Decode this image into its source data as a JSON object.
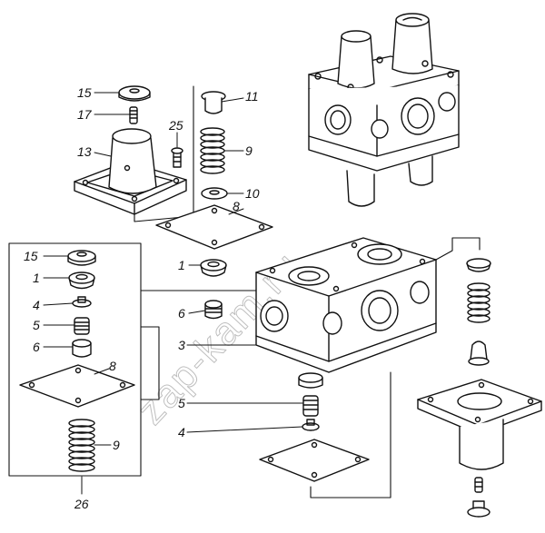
{
  "watermark": "zap-kam.ru",
  "callouts": {
    "top_cap_label": "15",
    "top_stem_label": "17",
    "top_housing_label": "13",
    "top_screw_label": "25",
    "top_plug_label": "11",
    "top_spring_label": "9",
    "top_washer_label": "10",
    "top_gasket_label": "8",
    "mid_plunger_label": "1",
    "mid_seat_label": "6",
    "body_label": "3",
    "low_spring_label": "5",
    "low_washer_label": "4",
    "box_cap_label": "15",
    "box_plunger_label": "1",
    "box_washer_label": "4",
    "box_spring_label": "5",
    "box_seat_label": "6",
    "box_gasket_label": "8",
    "box_spring2_label": "9",
    "box_spring3_label": "26"
  },
  "colors": {
    "line": "#111111",
    "paper": "#ffffff",
    "watermark": "#bfbfbf"
  }
}
